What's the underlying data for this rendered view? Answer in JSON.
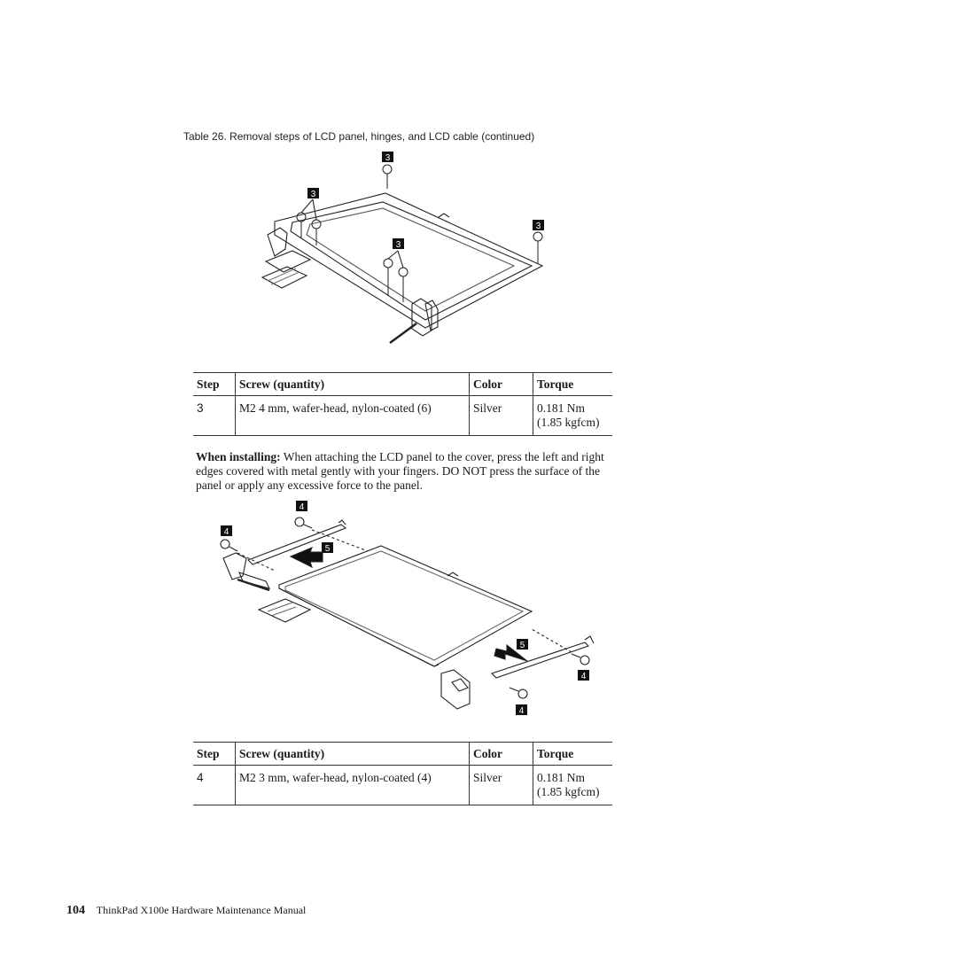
{
  "caption": "Table 26. Removal steps of LCD panel, hinges, and LCD cable (continued)",
  "table1": {
    "headers": {
      "step": "Step",
      "screw": "Screw (quantity)",
      "color": "Color",
      "torque": "Torque"
    },
    "row": {
      "step": "3",
      "screw": "M2 4 mm, wafer-head, nylon-coated (6)",
      "color": "Silver",
      "torque_nm": "0.181 Nm",
      "torque_kgf": "(1.85 kgfcm)"
    }
  },
  "note": {
    "label": "When installing:",
    "text": "When attaching the LCD panel to the cover, press the left and right edges covered with metal gently with your fingers. DO NOT press the surface of the panel or apply any excessive force to the panel."
  },
  "table2": {
    "headers": {
      "step": "Step",
      "screw": "Screw (quantity)",
      "color": "Color",
      "torque": "Torque"
    },
    "row": {
      "step": "4",
      "screw": "M2 3 mm, wafer-head, nylon-coated (4)",
      "color": "Silver",
      "torque_nm": "0.181 Nm",
      "torque_kgf": "(1.85 kgfcm)"
    }
  },
  "figure1": {
    "callouts": [
      "3",
      "3",
      "3",
      "3"
    ]
  },
  "figure2": {
    "callouts": [
      "4",
      "4",
      "5",
      "5",
      "4",
      "4"
    ]
  },
  "footer": {
    "page_number": "104",
    "title": "ThinkPad X100e Hardware Maintenance Manual"
  }
}
